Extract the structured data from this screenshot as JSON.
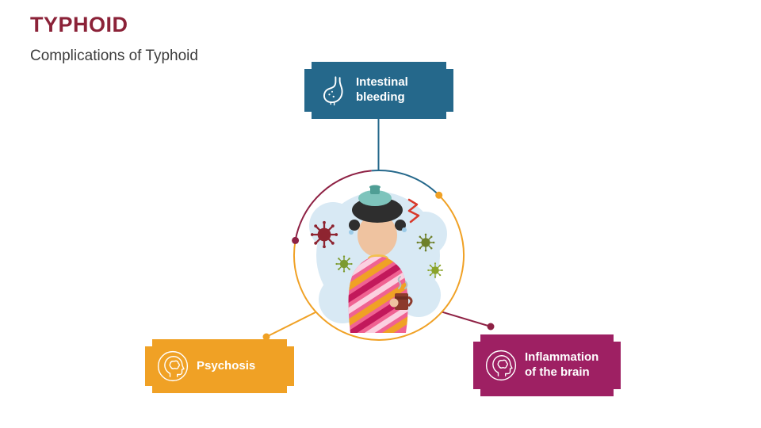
{
  "header": {
    "title": "TYPHOID",
    "subtitle": "Complications of Typhoid"
  },
  "badges": {
    "top": {
      "label": "Intestinal bleeding",
      "icon": "stomach-icon"
    },
    "left": {
      "label": "Psychosis",
      "icon": "head-brain-icon"
    },
    "right": {
      "label": "Inflammation of the brain",
      "icon": "head-brain-icon"
    }
  },
  "illustration": {
    "name": "sick-person-with-fever-and-germs"
  },
  "theme": {
    "teal": "#25688B",
    "orange": "#F0A125",
    "magenta": "#9E2063",
    "maroon": "#8E2144",
    "titlecolor": "#8B2238",
    "subtitlecolor": "#3C3C3C"
  }
}
